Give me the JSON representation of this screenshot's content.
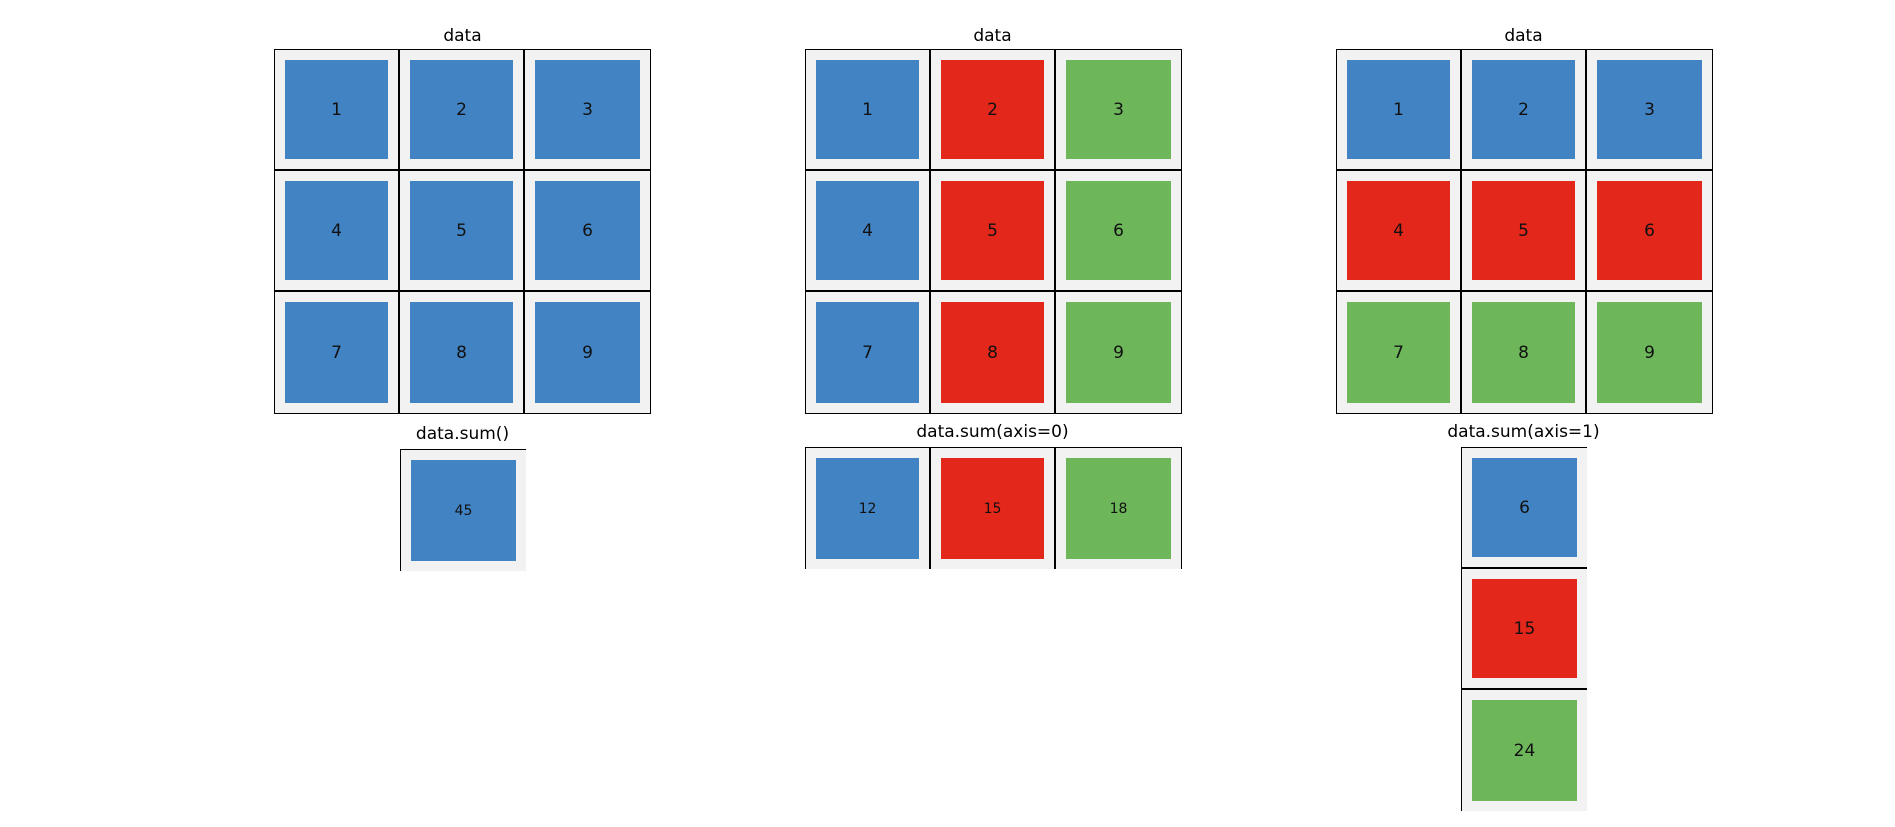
{
  "colors": {
    "blue": "#4283c4",
    "red": "#e3271b",
    "green": "#6db65a"
  },
  "panels": [
    {
      "title": "data",
      "result_label": "data.sum()",
      "data": [
        [
          {
            "v": "1",
            "c": "blue"
          },
          {
            "v": "2",
            "c": "blue"
          },
          {
            "v": "3",
            "c": "blue"
          }
        ],
        [
          {
            "v": "4",
            "c": "blue"
          },
          {
            "v": "5",
            "c": "blue"
          },
          {
            "v": "6",
            "c": "blue"
          }
        ],
        [
          {
            "v": "7",
            "c": "blue"
          },
          {
            "v": "8",
            "c": "blue"
          },
          {
            "v": "9",
            "c": "blue"
          }
        ]
      ],
      "result": [
        [
          {
            "v": "45",
            "c": "blue"
          }
        ]
      ]
    },
    {
      "title": "data",
      "result_label": "data.sum(axis=0)",
      "data": [
        [
          {
            "v": "1",
            "c": "blue"
          },
          {
            "v": "2",
            "c": "red"
          },
          {
            "v": "3",
            "c": "green"
          }
        ],
        [
          {
            "v": "4",
            "c": "blue"
          },
          {
            "v": "5",
            "c": "red"
          },
          {
            "v": "6",
            "c": "green"
          }
        ],
        [
          {
            "v": "7",
            "c": "blue"
          },
          {
            "v": "8",
            "c": "red"
          },
          {
            "v": "9",
            "c": "green"
          }
        ]
      ],
      "result": [
        [
          {
            "v": "12",
            "c": "blue"
          },
          {
            "v": "15",
            "c": "red"
          },
          {
            "v": "18",
            "c": "green"
          }
        ]
      ]
    },
    {
      "title": "data",
      "result_label": "data.sum(axis=1)",
      "data": [
        [
          {
            "v": "1",
            "c": "blue"
          },
          {
            "v": "2",
            "c": "blue"
          },
          {
            "v": "3",
            "c": "blue"
          }
        ],
        [
          {
            "v": "4",
            "c": "red"
          },
          {
            "v": "5",
            "c": "red"
          },
          {
            "v": "6",
            "c": "red"
          }
        ],
        [
          {
            "v": "7",
            "c": "green"
          },
          {
            "v": "8",
            "c": "green"
          },
          {
            "v": "9",
            "c": "green"
          }
        ]
      ],
      "result": [
        [
          {
            "v": "6",
            "c": "blue"
          }
        ],
        [
          {
            "v": "15",
            "c": "red"
          }
        ],
        [
          {
            "v": "24",
            "c": "green"
          }
        ]
      ]
    }
  ]
}
